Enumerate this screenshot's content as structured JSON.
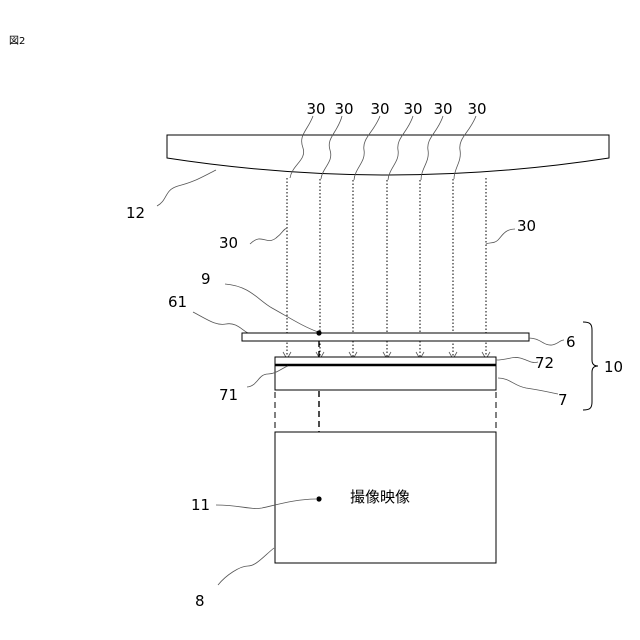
{
  "figure_label": "図2",
  "caption": "撮像映像",
  "labels": {
    "lens_top": [
      "30",
      "30",
      "30",
      "30",
      "30",
      "30"
    ],
    "lens": "12",
    "ray_left": "30",
    "ray_right": "30",
    "point_9": "9",
    "cover_61": "61",
    "cover_6": "6",
    "sensor_72": "72",
    "assembly_10": "10",
    "sensor_71": "71",
    "sensor_7": "7",
    "point_11": "11",
    "image_8": "8"
  }
}
